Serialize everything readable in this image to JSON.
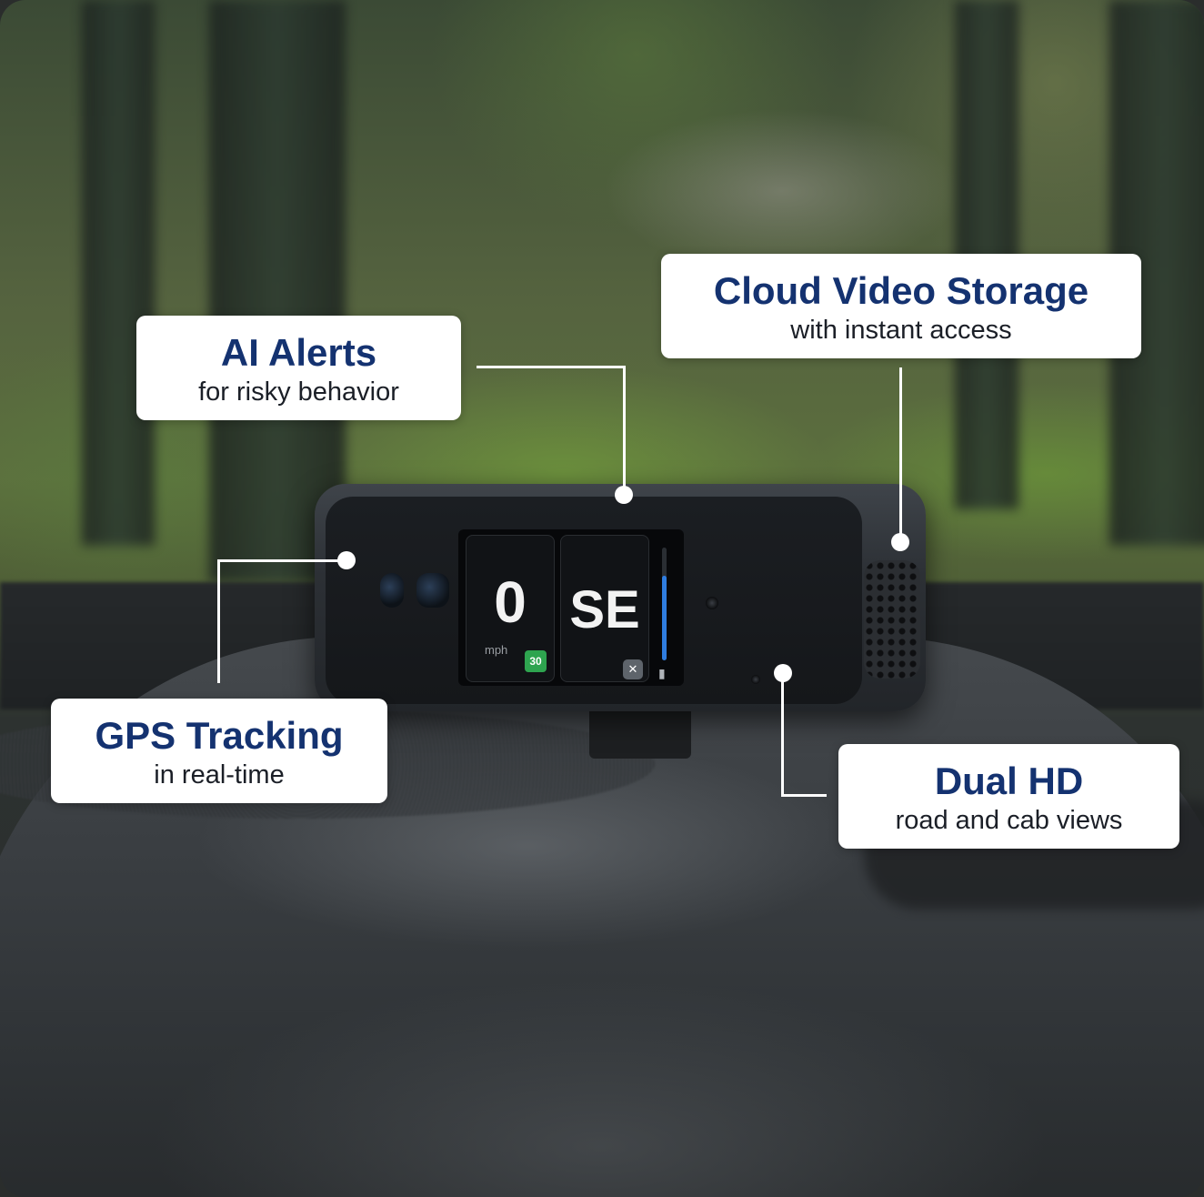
{
  "callouts": {
    "ai_alerts": {
      "title": "AI Alerts",
      "subtitle": "for risky behavior"
    },
    "cloud_storage": {
      "title": "Cloud Video Storage",
      "subtitle": "with instant access"
    },
    "gps_tracking": {
      "title": "GPS Tracking",
      "subtitle": "in real-time"
    },
    "dual_hd": {
      "title": "Dual HD",
      "subtitle": "road and cab views"
    }
  },
  "device_screen": {
    "speed": "0",
    "speed_unit": "mph",
    "speed_limit": "30",
    "heading": "SE",
    "level_fraction": 0.75
  },
  "colors": {
    "callout_title": "#143270",
    "callout_bg": "#ffffff",
    "limit_badge": "#2ea44f",
    "level_bar": "#2f7de0"
  }
}
